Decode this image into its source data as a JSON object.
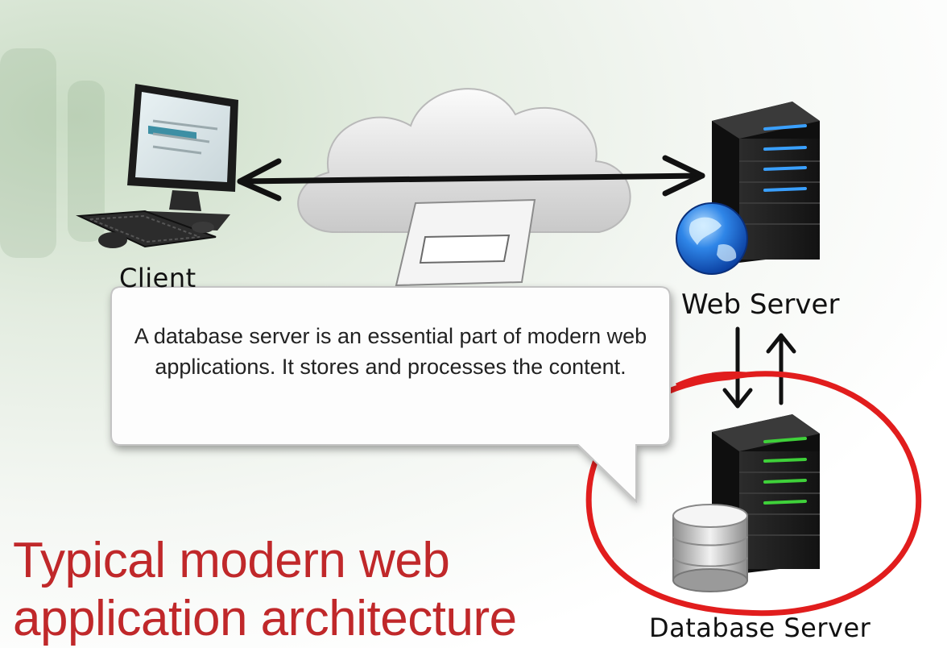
{
  "diagram": {
    "nodes": {
      "client": {
        "label": "Client",
        "icon": "desktop-computer-icon"
      },
      "web_server": {
        "label": "Web Server",
        "icon": "server-tower-icon",
        "badge_icon": "globe-icon",
        "led_color": "#3aa0ff"
      },
      "database_server": {
        "label": "Database Server",
        "icon": "server-tower-icon",
        "badge_icon": "database-disks-icon",
        "led_color": "#3fd13a"
      },
      "network": {
        "icon": "cloud-icon"
      }
    },
    "edges": [
      {
        "from": "client",
        "to": "web_server",
        "direction": "both"
      },
      {
        "from": "web_server",
        "to": "database_server",
        "direction": "down"
      },
      {
        "from": "database_server",
        "to": "web_server",
        "direction": "up"
      }
    ],
    "highlight": {
      "target": "database_server",
      "color": "#e11d1d"
    }
  },
  "callout": {
    "text": "A database server is an essential part of modern web applications. It stores and processes the content."
  },
  "title": {
    "line1": "Typical modern web",
    "line2": "application architecture",
    "color": "#c0282a"
  }
}
